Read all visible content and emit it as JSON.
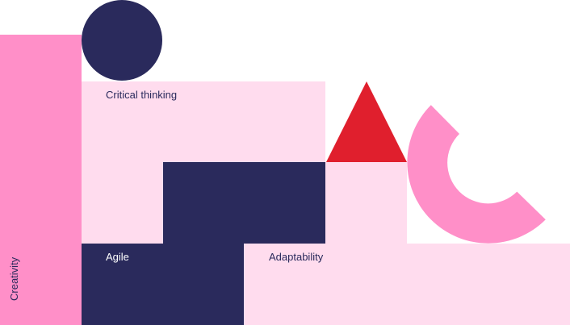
{
  "labels": {
    "creativity": "Creativity",
    "critical_thinking": "Critical thinking",
    "agile": "Agile",
    "adaptability": "Adaptability"
  },
  "colors": {
    "pink_strong": "#ff8fc8",
    "pink_light": "#ffdcee",
    "navy": "#2a2a5c",
    "red": "#e01f2d",
    "text_navy": "#2a2a5c"
  }
}
